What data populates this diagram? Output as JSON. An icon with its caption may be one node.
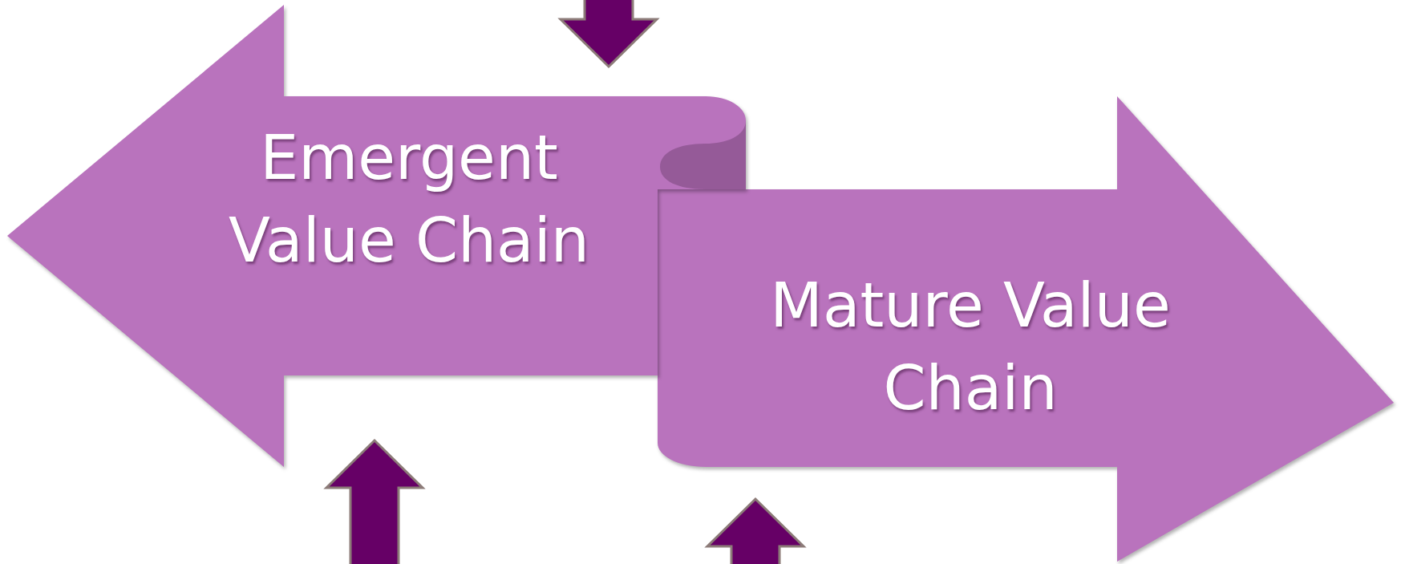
{
  "diagram": {
    "nodes": [
      {
        "text": [
          "Emergent Value Chain"
        ]
      },
      {
        "text": [
          "Mature Value Chain"
        ]
      }
    ],
    "edges": [
      {
        "from": null,
        "to": 0,
        "arrow": "to"
      },
      {
        "from": null,
        "to": 0,
        "arrow": "to"
      },
      {
        "from": null,
        "to": 1,
        "arrow": "to"
      }
    ]
  }
}
